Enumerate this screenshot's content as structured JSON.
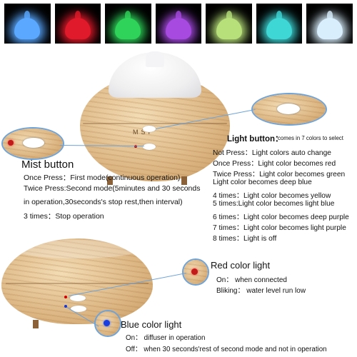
{
  "swatch_colors": [
    "#5aa8ff",
    "#e01a2a",
    "#2fd35a",
    "#a64ae0",
    "#b7e07a",
    "#3fd6d6",
    "#d8eefc"
  ],
  "mist": {
    "title": "Mist button",
    "lines": [
      "Once Press：First mode(continuous operation)",
      "Twice Press:Second mode(5minutes and 30 seconds",
      "in operation,30seconds's stop rest,then interval)",
      "3 times：Stop operation"
    ]
  },
  "device_label": "MSI",
  "light": {
    "title": "Light button：",
    "subtitle": "comes in 7 colors to select",
    "lines": [
      "Not Press：Light colors auto change",
      "Once Press：Light color becomes red",
      "Twice Press：Light color becomes green",
      "Light color becomes deep blue",
      "4 times：Light color becomes yellow",
      "5 times:Light color becomes light blue",
      "6 times：Light color becomes deep purple",
      "7 times：Light color becomes light purple",
      "8 times：Light is off"
    ]
  },
  "red_light": {
    "title": "Red color light",
    "lines": [
      "On： when connected",
      "Bliking： water level run low"
    ]
  },
  "blue_light": {
    "title": "Blue color light",
    "lines": [
      "On： diffuser in operation",
      "Off： when 30 seconds'rest of second mode and not in operation"
    ]
  }
}
